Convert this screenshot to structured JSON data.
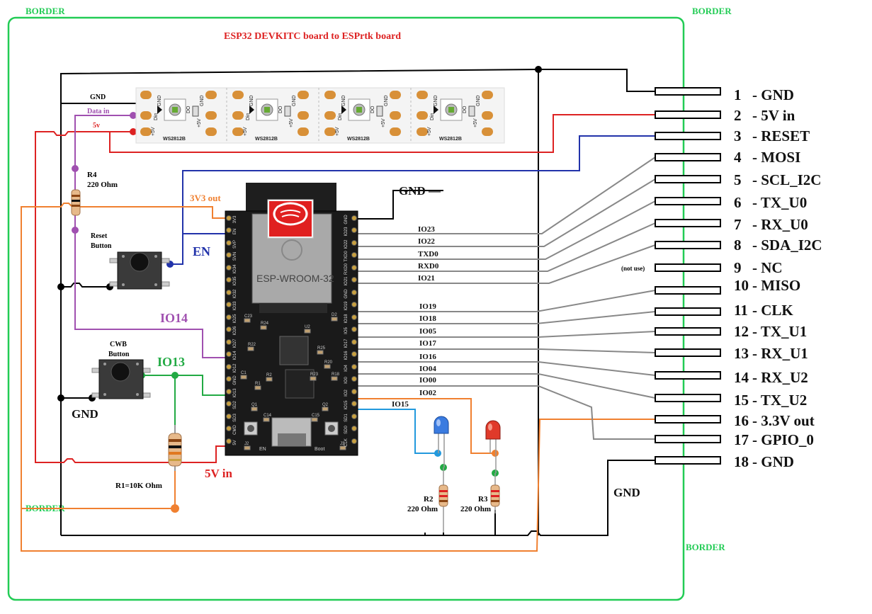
{
  "title": "ESP32 DEVKITC board to ESPrtk board",
  "border_label": "BORDER",
  "colors": {
    "border": "#22cc55",
    "title": "#dd2222",
    "gnd_wire": "#000000",
    "v5_wire": "#dd2222",
    "reset_wire": "#2233aa",
    "data_wire": "#a050b0",
    "v33_wire": "#f08030",
    "signal_wire": "#808080",
    "io13_wire": "#22aa44",
    "io15_wire": "#2299dd",
    "io02_wire": "#f08030"
  },
  "header_pins": [
    {
      "num": "1",
      "name": "- GND"
    },
    {
      "num": "2",
      "name": "- 5V in"
    },
    {
      "num": "3",
      "name": "- RESET"
    },
    {
      "num": "4",
      "name": "- MOSI"
    },
    {
      "num": "5",
      "name": "- SCL_I2C"
    },
    {
      "num": "6",
      "name": "- TX_U0"
    },
    {
      "num": "7",
      "name": "- RX_U0"
    },
    {
      "num": "8",
      "name": "- SDA_I2C"
    },
    {
      "num": "9",
      "name": "- NC"
    },
    {
      "num": "10",
      "name": "- MISO"
    },
    {
      "num": "11",
      "name": "- CLK"
    },
    {
      "num": "12",
      "name": "- TX_U1"
    },
    {
      "num": "13",
      "name": "- RX_U1"
    },
    {
      "num": "14",
      "name": "- RX_U2"
    },
    {
      "num": "15",
      "name": "- TX_U2"
    },
    {
      "num": "16",
      "name": "- 3.3V out"
    },
    {
      "num": "17",
      "name": "- GPIO_0"
    },
    {
      "num": "18",
      "name": "- GND"
    }
  ],
  "not_use_label": "(not use)",
  "signal_labels": [
    "IO23",
    "IO22",
    "TXD0",
    "RXD0",
    "IO21",
    "IO19",
    "IO18",
    "IO05",
    "IO17",
    "IO16",
    "IO04",
    "IO00",
    "IO02",
    "IO15"
  ],
  "led_strip": {
    "gnd": "GND",
    "data_in": "Data in",
    "v5": "5v",
    "chip": "WS2812B",
    "pad_labels": [
      "+5V",
      "Din",
      "GND",
      "DO",
      "+5V",
      "GND"
    ]
  },
  "components": {
    "r4": {
      "name": "R4",
      "value": "220 Ohm"
    },
    "reset_button": {
      "line1": "Reset",
      "line2": "Button"
    },
    "cwb_button": {
      "line1": "CWB",
      "line2": "Button"
    },
    "r1": "R1=10K Ohm",
    "r2": {
      "name": "R2",
      "value": "220 Ohm"
    },
    "r3": {
      "name": "R3",
      "value": "220 Ohm"
    }
  },
  "net_labels": {
    "v33_out": "3V3 out",
    "gnd_top": "GND —",
    "en": "EN",
    "io14": "IO14",
    "io13": "IO13",
    "gnd_left": "GND",
    "v5_in": "5V in",
    "gnd_right": "GND"
  },
  "module": {
    "name": "ESP-WROOM-32",
    "buttons": [
      "EN",
      "Boot"
    ],
    "left_pins": [
      "3V3",
      "EN",
      "SVP",
      "SVN",
      "IO34",
      "IO35",
      "IO32",
      "IO33",
      "IO25",
      "IO26",
      "IO27",
      "IO14",
      "IO12",
      "GND",
      "IO13",
      "SD2",
      "SD3",
      "CMD",
      "5V"
    ],
    "right_pins": [
      "GND",
      "IO23",
      "IO22",
      "TXD0",
      "RXD0",
      "IO21",
      "GND",
      "IO19",
      "IO18",
      "IO5",
      "IO17",
      "IO16",
      "IO4",
      "IO0",
      "IO2",
      "IO15",
      "SD1",
      "SD0",
      "CLK"
    ],
    "parts": [
      "C23",
      "R24",
      "U2",
      "D2",
      "R25",
      "R20",
      "R18",
      "C1",
      "R1",
      "R2",
      "R23",
      "C14",
      "C15",
      "Q1",
      "Q2",
      "J2",
      "J3",
      "R22"
    ]
  }
}
